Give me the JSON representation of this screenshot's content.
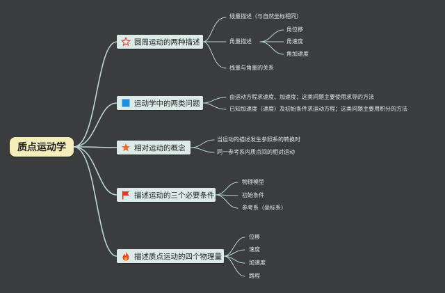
{
  "root": "质点运动学",
  "branches": [
    {
      "label": "圆周运动的两种描述",
      "icon": "star-outline-icon",
      "items": [
        "线量描述（与自然坐标相同）",
        "角量描述",
        "角位移",
        "角速度",
        "角加速度",
        "线量与角量的关系"
      ]
    },
    {
      "label": "运动学中的两类问题",
      "icon": "blue-square-icon",
      "items": [
        "由运动方程求速度、加速度；这类问题主要使用求导的方法",
        "已知加速度（速度）及初始条件求运动方程；这类问题主要用积分的方法"
      ]
    },
    {
      "label": "相对运动的概念",
      "icon": "orange-star-icon",
      "items": [
        "当运动的描述发生参照系的转换时",
        "同一参考系内质点间的相对运动"
      ]
    },
    {
      "label": "描述运动的三个必要条件",
      "icon": "red-flag-icon",
      "items": [
        "物理模型",
        "初始条件",
        "参考系（坐标系）"
      ]
    },
    {
      "label": "描述质点运动的四个物理量",
      "icon": "fire-icon",
      "items": [
        "位移",
        "速度",
        "加速度",
        "路程"
      ]
    }
  ],
  "colors": {
    "background": "#3a3c3e",
    "line": "#b9d9cf",
    "root_fill": "#f5eebb",
    "branch_fill": "#dcebe7"
  }
}
